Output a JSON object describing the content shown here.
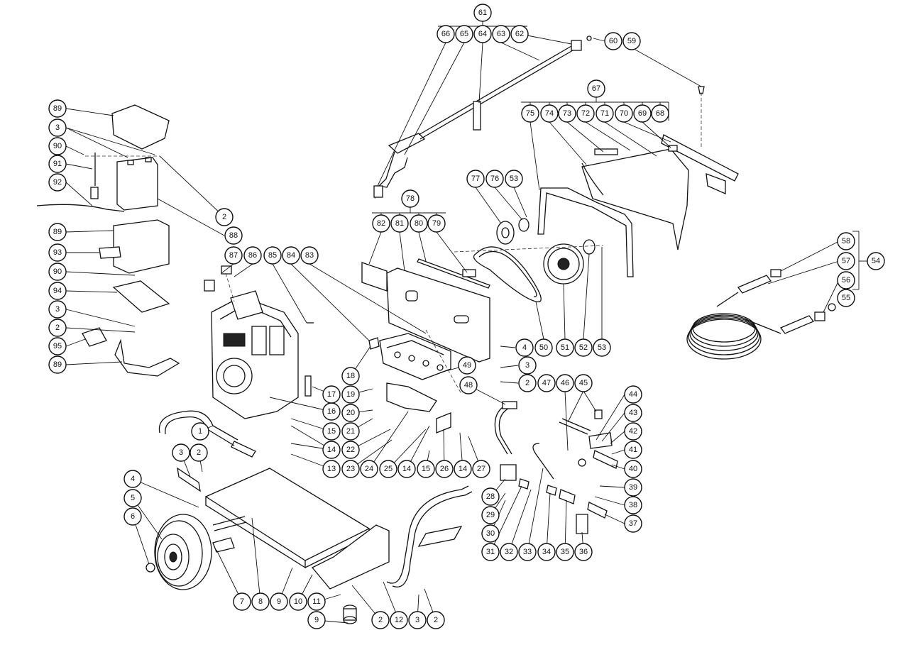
{
  "diagram": {
    "callouts": [
      "1",
      "2",
      "3",
      "4",
      "5",
      "6",
      "7",
      "8",
      "9",
      "10",
      "11",
      "12",
      "13",
      "14",
      "15",
      "16",
      "17",
      "18",
      "19",
      "20",
      "21",
      "22",
      "23",
      "24",
      "25",
      "26",
      "27",
      "28",
      "29",
      "30",
      "31",
      "32",
      "33",
      "34",
      "35",
      "36",
      "37",
      "38",
      "39",
      "40",
      "41",
      "42",
      "43",
      "44",
      "45",
      "46",
      "47",
      "48",
      "49",
      "50",
      "51",
      "52",
      "53",
      "54",
      "55",
      "56",
      "57",
      "58",
      "59",
      "60",
      "61",
      "62",
      "63",
      "64",
      "65",
      "66",
      "67",
      "68",
      "69",
      "70",
      "71",
      "72",
      "73",
      "74",
      "75",
      "76",
      "77",
      "78",
      "79",
      "80",
      "81",
      "82",
      "83",
      "84",
      "85",
      "86",
      "87",
      "88",
      "89",
      "90",
      "91",
      "92",
      "93",
      "94",
      "95"
    ]
  }
}
